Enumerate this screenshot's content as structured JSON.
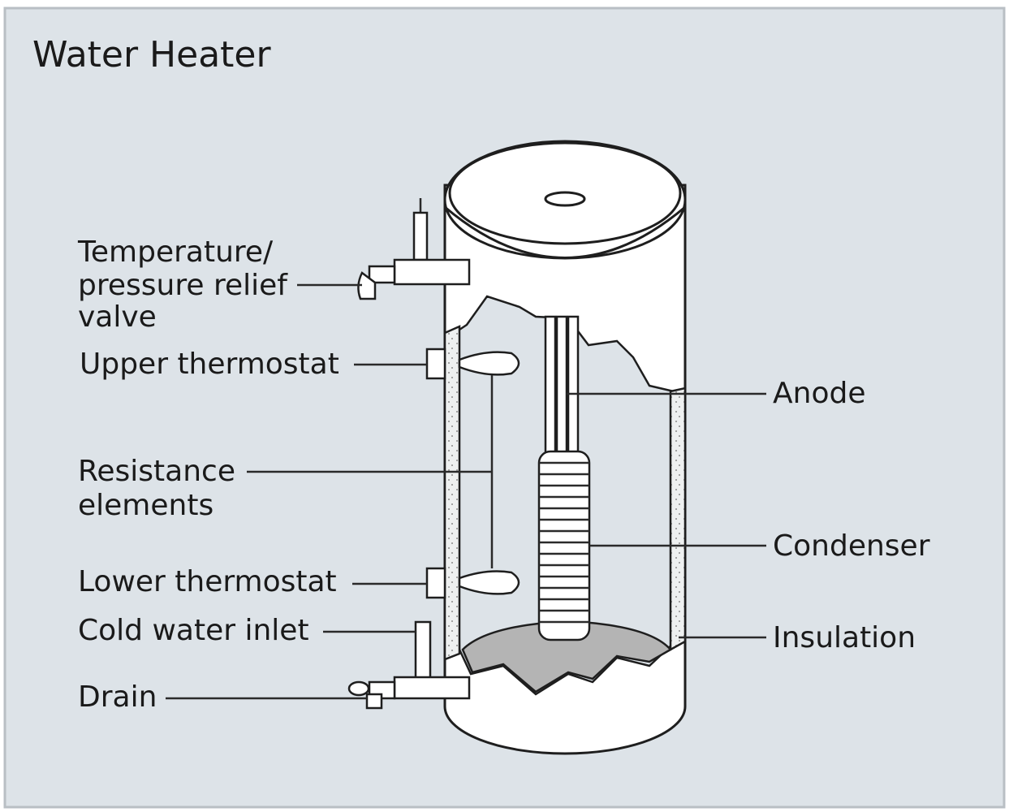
{
  "title": "Water Heater",
  "labels": {
    "relief_valve_line1": "Temperature/",
    "relief_valve_line2": "pressure relief",
    "relief_valve_line3": "valve",
    "upper_thermostat": "Upper thermostat",
    "resistance_line1": "Resistance",
    "resistance_line2": "elements",
    "lower_thermostat": "Lower thermostat",
    "cold_water_inlet": "Cold water inlet",
    "drain": "Drain",
    "anode": "Anode",
    "condenser": "Condenser",
    "insulation": "Insulation"
  },
  "colors": {
    "background": "#dde3e8",
    "water": "#b4b4b4",
    "outline": "#1e1e1e"
  }
}
